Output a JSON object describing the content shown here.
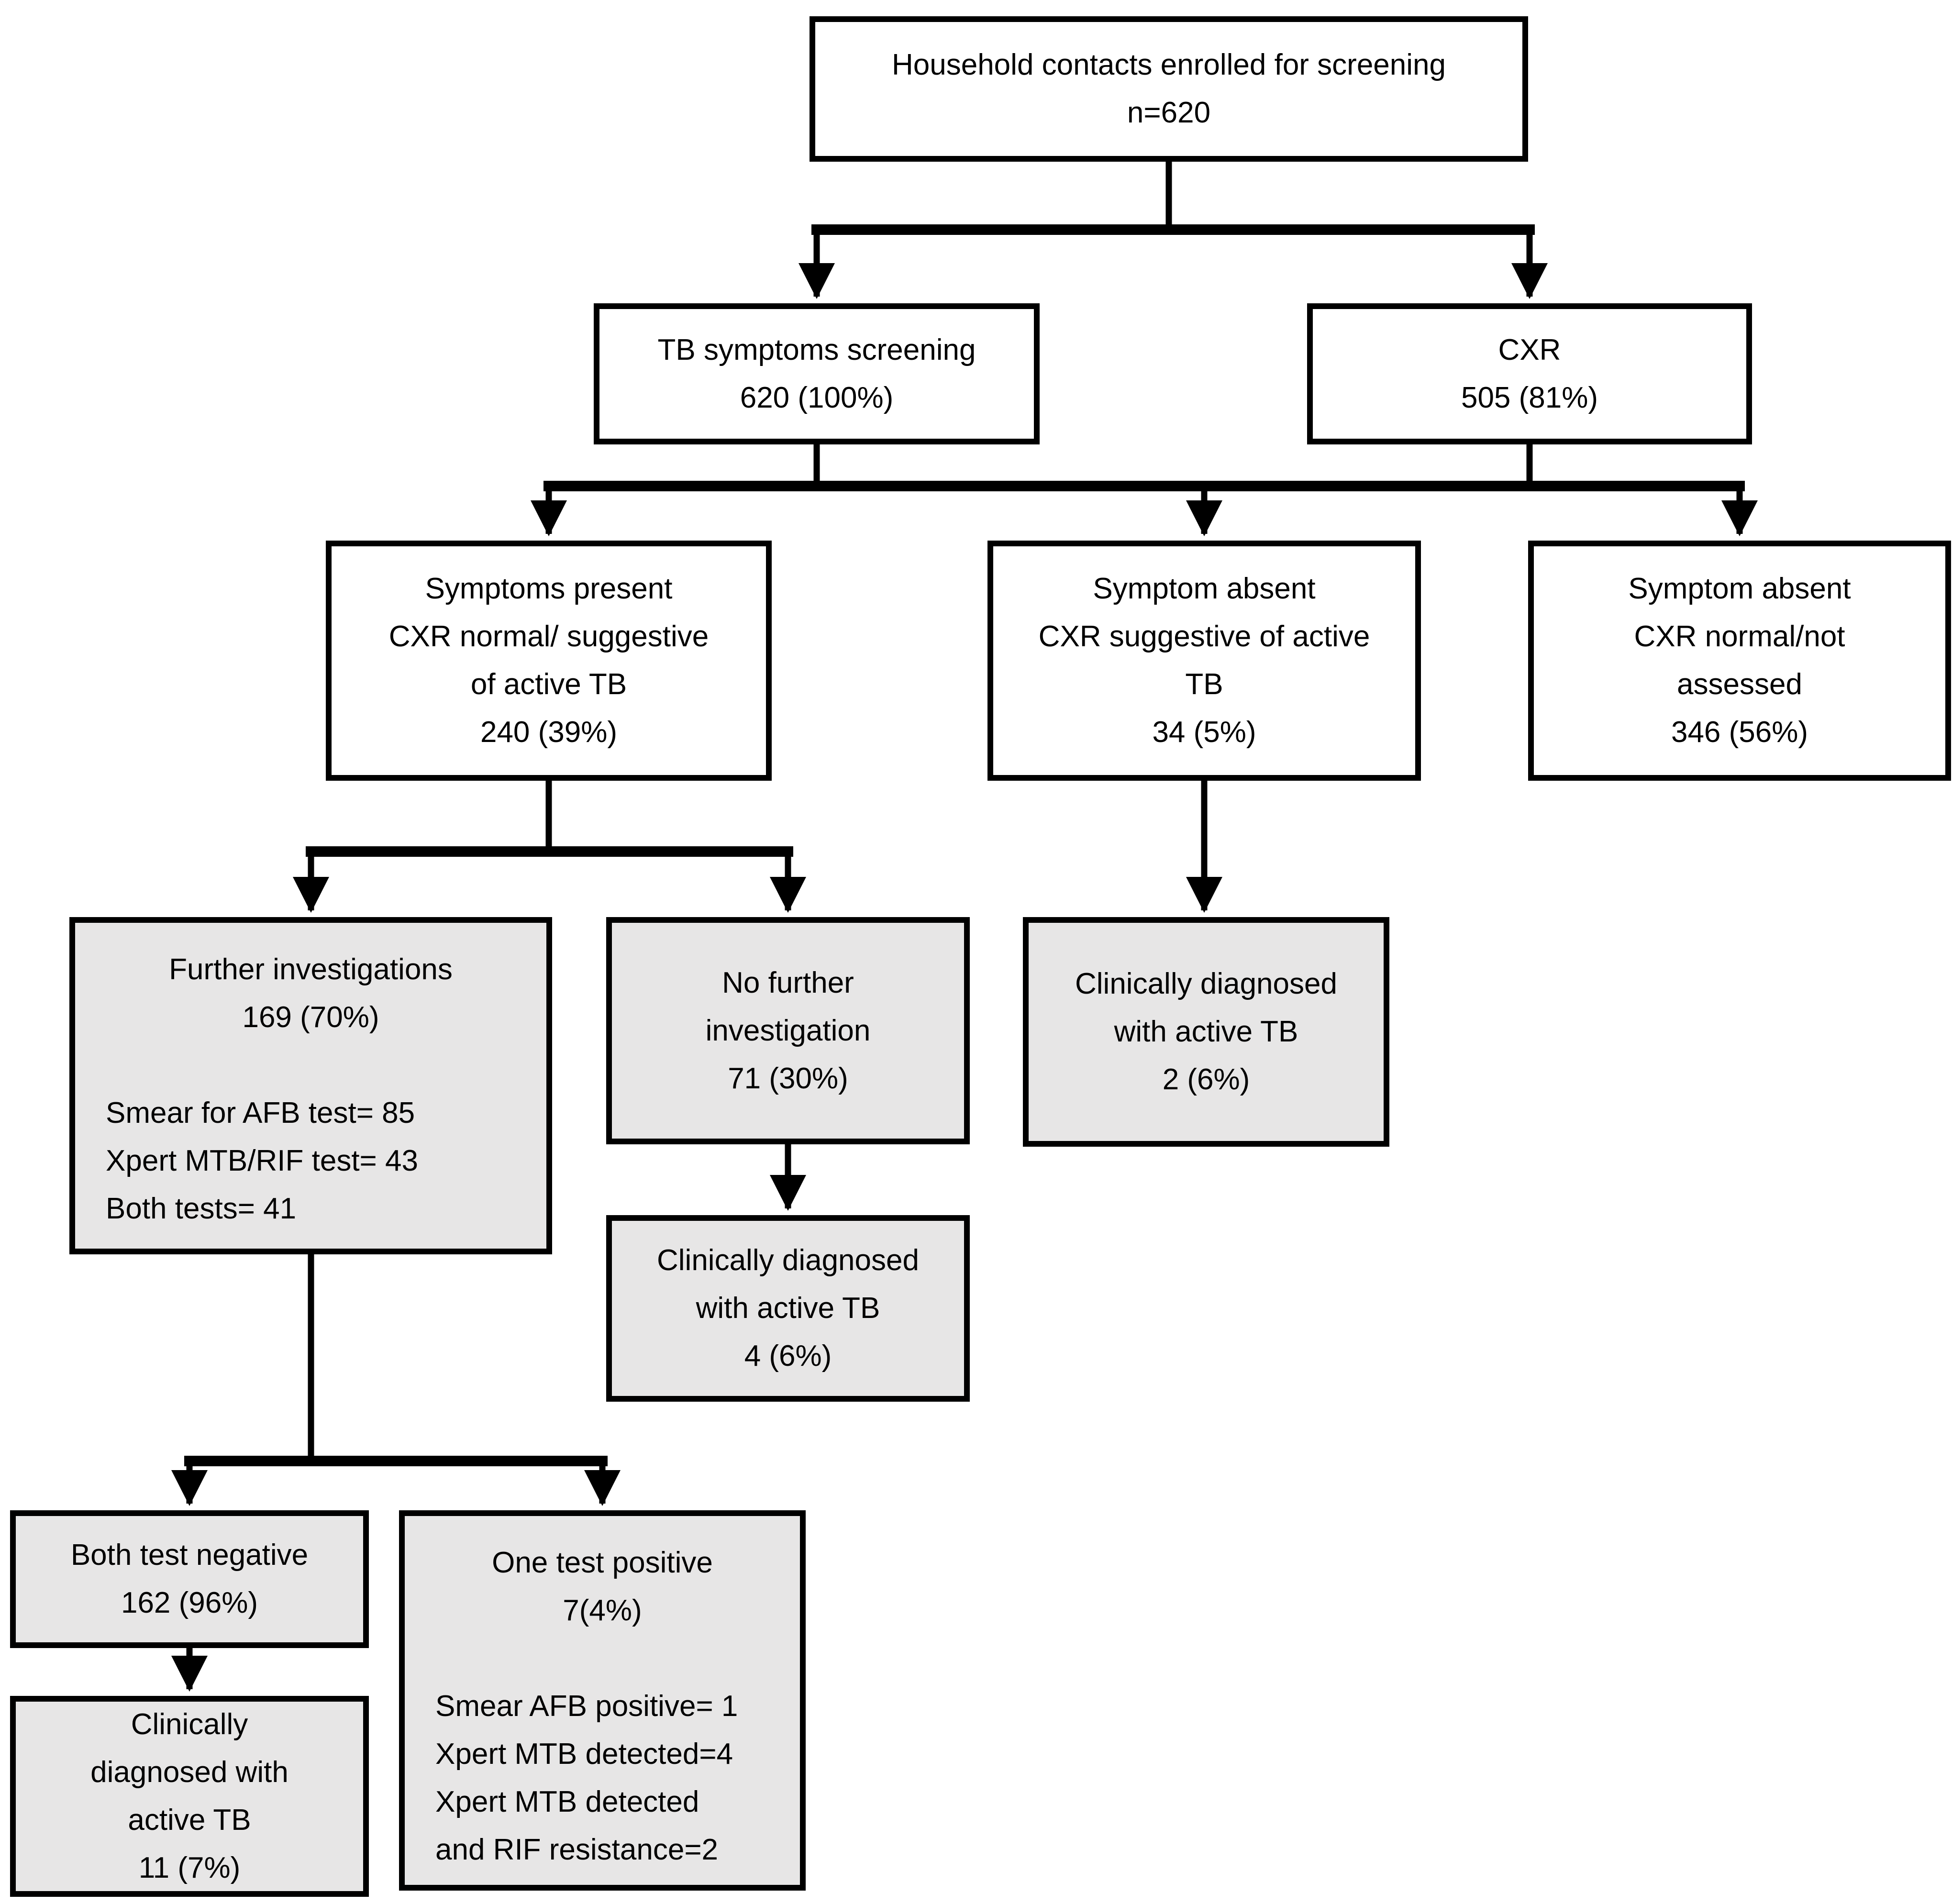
{
  "colors": {
    "box_border": "#000000",
    "process_box_fill": "#ffffff",
    "outcome_box_fill": "#e7e6e6",
    "connector": "#000000"
  },
  "nodes": {
    "enrolled": {
      "text": "Household contacts enrolled for screening\nn=620"
    },
    "tb_symptoms_screening": {
      "text": "TB symptoms screening\n620 (100%)"
    },
    "cxr": {
      "text": "CXR\n505 (81%)"
    },
    "symptoms_present": {
      "text": "Symptoms present\nCXR normal/ suggestive\nof active TB\n240 (39%)"
    },
    "symptom_absent_cxr_suggestive": {
      "text": "Symptom absent\nCXR suggestive of active\nTB\n34 (5%)"
    },
    "symptom_absent_cxr_normal": {
      "text": "Symptom absent\nCXR normal/not\nassessed\n346 (56%)"
    },
    "further_investigations": {
      "text": "Further investigations\n169 (70%)",
      "details": "Smear for AFB test= 85\nXpert MTB/RIF test= 43\nBoth tests= 41"
    },
    "no_further_investigation": {
      "text": "No further\ninvestigation\n71 (30%)"
    },
    "clinically_diagnosed_2": {
      "text": "Clinically diagnosed\nwith active TB\n2 (6%)"
    },
    "clinically_diagnosed_4": {
      "text": "Clinically diagnosed\nwith active TB\n4 (6%)"
    },
    "both_test_negative": {
      "text": "Both test negative\n162 (96%)"
    },
    "one_test_positive": {
      "text": "One test positive\n7(4%)",
      "details": "Smear AFB positive= 1\nXpert MTB detected=4\nXpert MTB detected\nand RIF resistance=2"
    },
    "clinically_diagnosed_11": {
      "text": "Clinically\ndiagnosed with\nactive TB\n11 (7%)"
    }
  },
  "edges": [
    {
      "from": "enrolled",
      "to": "tb_symptoms_screening"
    },
    {
      "from": "enrolled",
      "to": "cxr"
    },
    {
      "from": "tb_symptoms_screening",
      "to": "symptoms_present"
    },
    {
      "from": "tb_symptoms_screening",
      "to": "symptom_absent_cxr_suggestive"
    },
    {
      "from": "cxr",
      "to": "symptom_absent_cxr_suggestive"
    },
    {
      "from": "cxr",
      "to": "symptom_absent_cxr_normal"
    },
    {
      "from": "symptoms_present",
      "to": "further_investigations"
    },
    {
      "from": "symptoms_present",
      "to": "no_further_investigation"
    },
    {
      "from": "symptom_absent_cxr_suggestive",
      "to": "clinically_diagnosed_2"
    },
    {
      "from": "no_further_investigation",
      "to": "clinically_diagnosed_4"
    },
    {
      "from": "further_investigations",
      "to": "both_test_negative"
    },
    {
      "from": "further_investigations",
      "to": "one_test_positive"
    },
    {
      "from": "both_test_negative",
      "to": "clinically_diagnosed_11"
    }
  ]
}
